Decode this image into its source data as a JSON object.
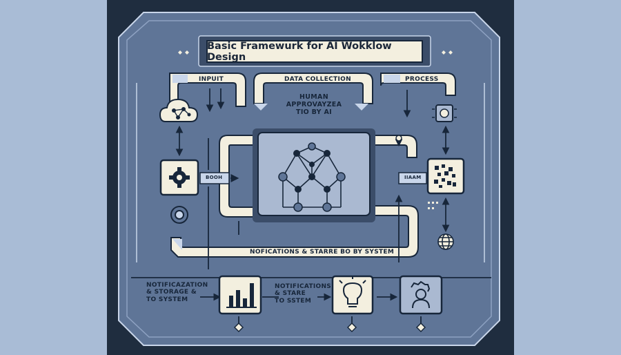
{
  "title": "Basic Framewurk for AI Wokklow Design",
  "labels": {
    "input": "INPUIT",
    "data_collection": "DATA COLLECTION",
    "process": "PROCESS",
    "human_approval": "HUMAN APPROVAYZEA\nTIO BY  AI",
    "side_left": "BOOH",
    "side_right": "IIAAM",
    "notifications_mid": "NOFICATIONS & STARRE BO   BY SYSTEM",
    "notifications_left": "NOTIFICAZATION\n& STORAGE &\nTO SYSTEM",
    "notifications_center": "NOTIFICATIONS\n& STARE\nTO SSTEM"
  },
  "icons": [
    "cloud-network-icon",
    "gear-puzzle-icon",
    "target-icon",
    "neural-network-icon",
    "chip-icon",
    "qr-pattern-icon",
    "globe-icon",
    "bar-chart-icon",
    "lightbulb-icon",
    "person-gear-icon"
  ],
  "colors": {
    "panel_dark": "#1f2d3f",
    "inner_blue": "#5f7597",
    "cream": "#f3efdf",
    "light_blue": "#c9d6ea",
    "line_dark": "#17263a"
  }
}
